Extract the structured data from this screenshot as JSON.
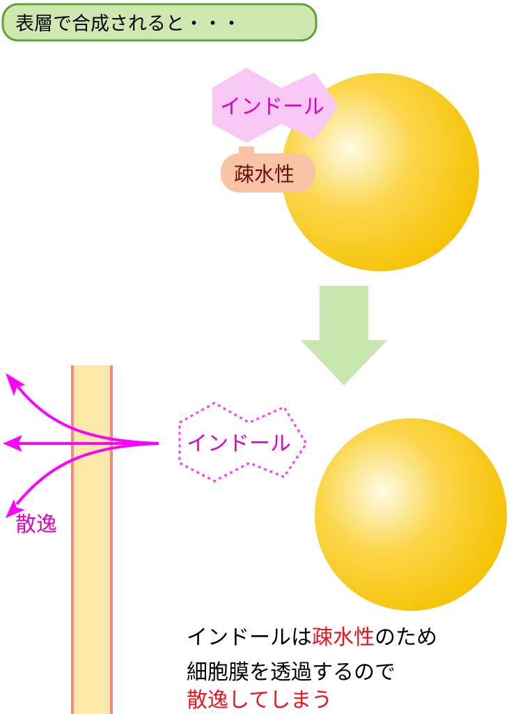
{
  "title": "表層で合成されると・・・",
  "molecule_top_label": "インドール",
  "hydrophobic_tag_label": "疎水性",
  "molecule_bottom_label": "インドール",
  "diffusion_label": "散逸",
  "caption": {
    "line1_part1": "インドールは",
    "line1_highlight": "疎水性",
    "line1_part2": "のため",
    "line2": "細胞膜を透過するので",
    "line3": "散逸してしまう"
  },
  "colors": {
    "title_fill": "#cfe8b0",
    "title_border": "#5aa33a",
    "sphere_light": "#fffbe6",
    "sphere_dark": "#f7c600",
    "molecule_fill": "#f8c8f4",
    "molecule_text": "#e000c8",
    "tag_fill": "#f9c3a5",
    "tag_text": "#6b1010",
    "arrow_green": "#c8e6b0",
    "membrane_fill": "#fbe9a9",
    "membrane_edge": "#f28a8a",
    "diffusion_arrow": "#ff00ff",
    "highlight_red": "#e8141e"
  }
}
